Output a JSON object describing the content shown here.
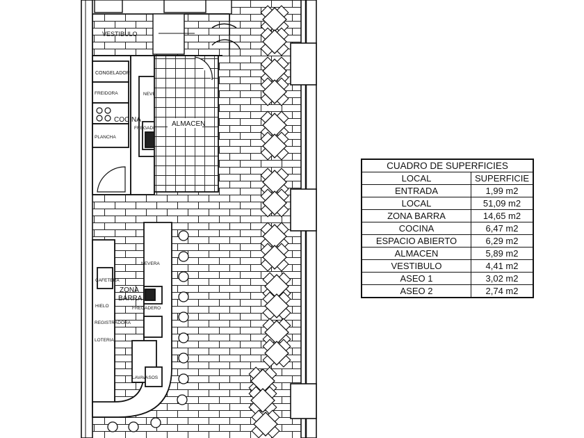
{
  "plan": {
    "labels": {
      "vestibulo": "VESTIBULO",
      "congelador": "CONGELADOR",
      "freidora": "FREIDORA",
      "nevera_cocina": "NEVERA",
      "cocina": "COCINA",
      "plancha": "PLANCHA",
      "fregadero_cocina": "FREGADERO",
      "almacen": "ALMACEN",
      "nevera_barra": "NEVERA",
      "cafetera": "CAFETERA",
      "zona_barra": "ZONA\nBARRA",
      "hielo": "HIELO",
      "fregadero_barra": "FREGADERO",
      "registradora": "REGISTRADORA",
      "loteria": "LOTERIA",
      "lavavasos": "LAVAVASOS"
    }
  },
  "table": {
    "title": "CUADRO DE SUPERFICIES",
    "headers": [
      "LOCAL",
      "SUPERFICIE"
    ],
    "rows": [
      {
        "local": "ENTRADA",
        "superficie": "1,99 m2"
      },
      {
        "local": "LOCAL",
        "superficie": "51,09 m2"
      },
      {
        "local": "ZONA BARRA",
        "superficie": "14,65 m2"
      },
      {
        "local": "COCINA",
        "superficie": "6,47 m2"
      },
      {
        "local": "ESPACIO ABIERTO",
        "superficie": "6,29 m2"
      },
      {
        "local": "ALMACEN",
        "superficie": "5,89 m2"
      },
      {
        "local": "VESTIBULO",
        "superficie": "4,41 m2"
      },
      {
        "local": "ASEO 1",
        "superficie": "3,02 m2"
      },
      {
        "local": "ASEO 2",
        "superficie": "2,74 m2"
      }
    ]
  }
}
